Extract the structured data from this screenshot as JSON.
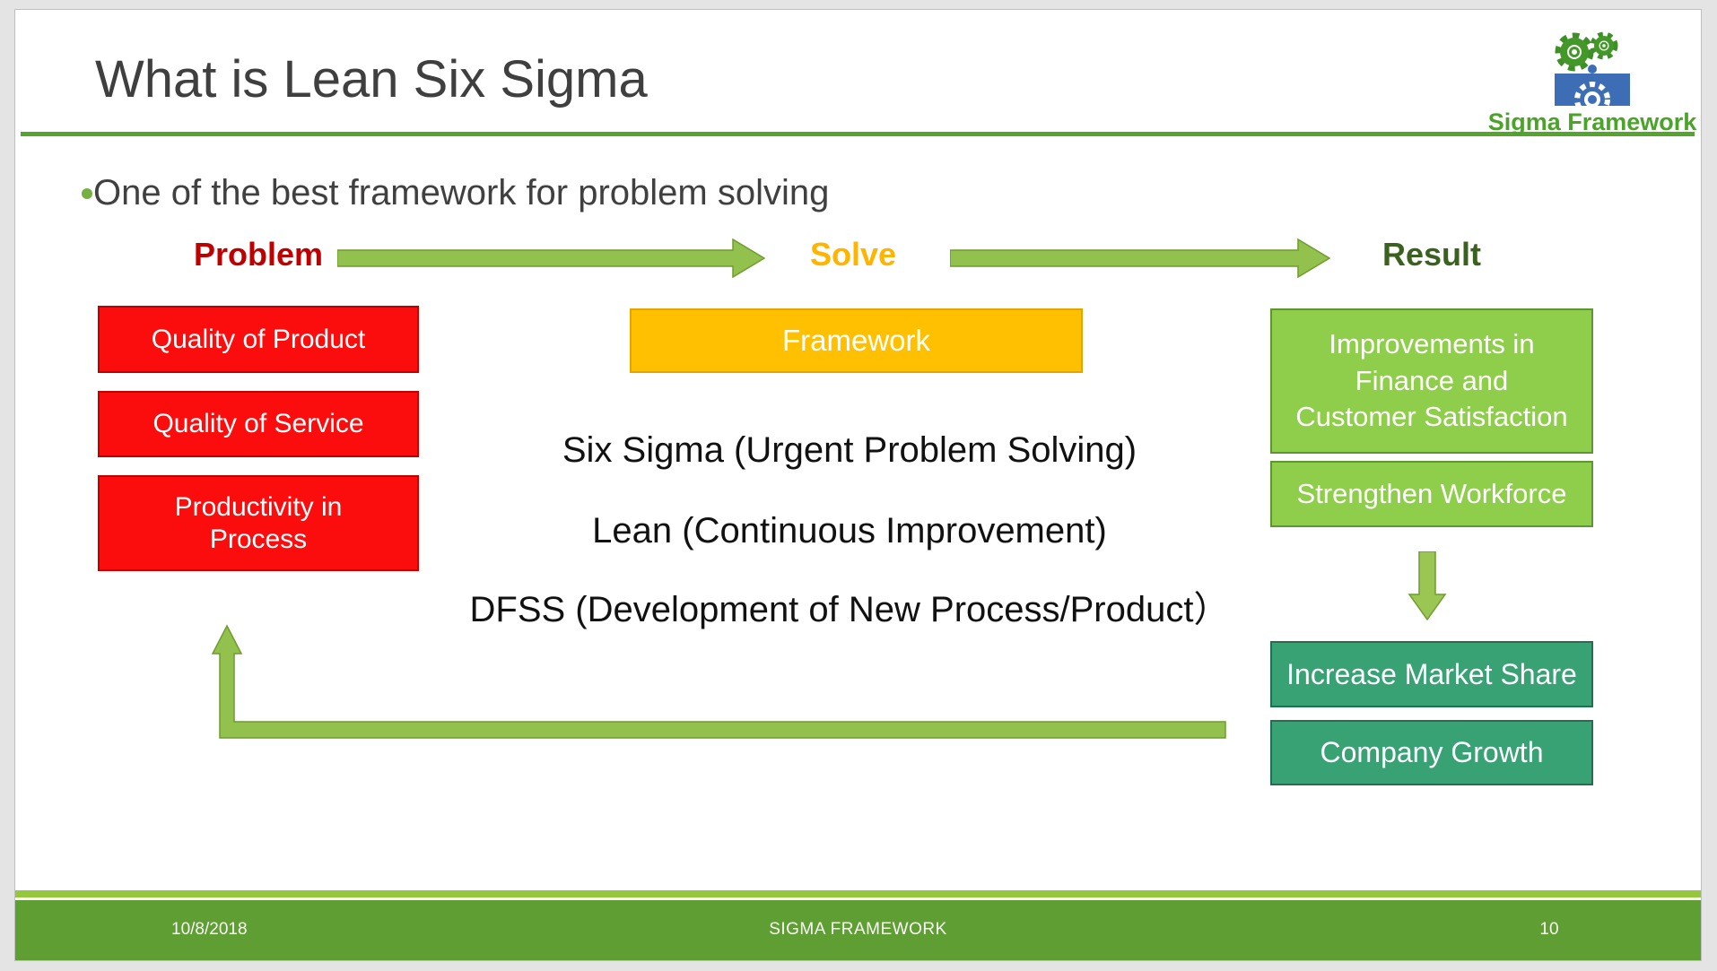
{
  "slide": {
    "title": "What is Lean Six Sigma",
    "bullet_text": "One of the best framework for problem solving",
    "logo": {
      "text": "Sigma Framework"
    },
    "flow": {
      "problem_label": "Problem",
      "solve_label": "Solve",
      "result_label": "Result"
    },
    "problem_boxes": [
      "Quality of Product",
      "Quality of Service",
      "Productivity in\nProcess"
    ],
    "solve_box_label": "Framework",
    "methods": [
      "Six Sigma (Urgent Problem Solving)",
      "Lean (Continuous Improvement)",
      "DFSS (Development of New Process/Product）"
    ],
    "result_boxes": [
      "Improvements in\nFinance and\nCustomer Satisfaction",
      "Strengthen Workforce"
    ],
    "outcome_boxes": [
      "Increase Market Share",
      "Company Growth"
    ],
    "footer": {
      "date": "10/8/2018",
      "title": "SIGMA FRAMEWORK",
      "page_number": "10"
    },
    "colors": {
      "accent_green_line": "#55a42d",
      "arrow_green_fill": "#92c14e",
      "arrow_green_stroke": "#6f9c2f",
      "problem_red_text": "#be0000",
      "solve_orange_text": "#ffb400",
      "result_dark_green_text": "#3b611f",
      "red_box_fill": "#fb0d0d",
      "red_box_border": "#c00000",
      "orange_box_fill": "#ffc001",
      "light_green_box_fill": "#8fce4a",
      "teal_box_fill": "#38a274",
      "footer_band": "#5f9e33",
      "footer_strip": "#95c73d",
      "logo_green": "#4ba32a",
      "logo_blue": "#3d6eb5",
      "title_gray": "#3f3f3f"
    }
  }
}
